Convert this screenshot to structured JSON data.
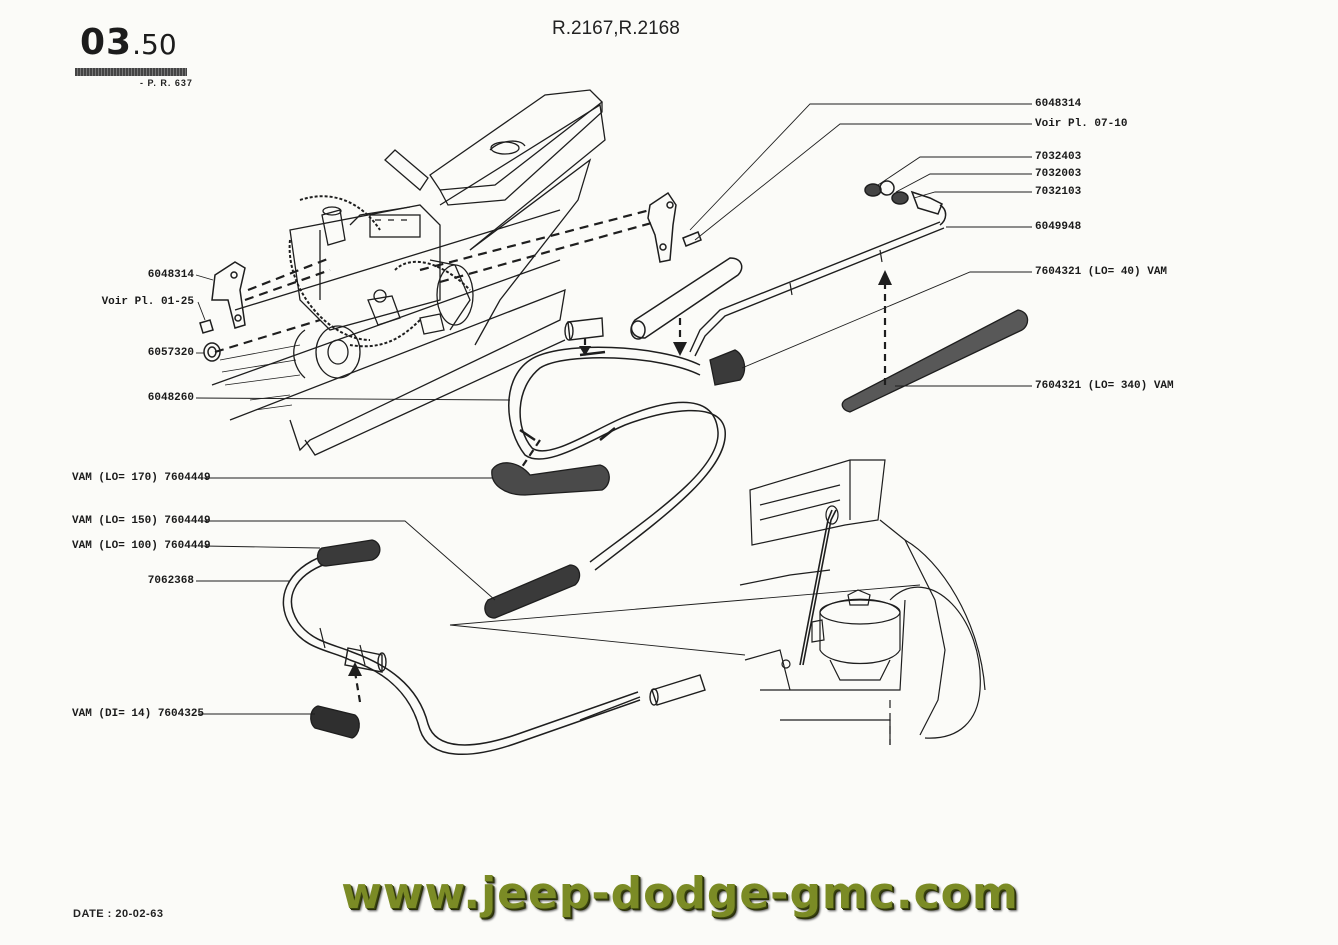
{
  "header": {
    "plate_major": "03",
    "plate_minor": ".50",
    "plate_ref": "- P. R. 637",
    "models": "R.2167,R.2168"
  },
  "footer": {
    "date": "DATE : 20-02-63",
    "watermark": "www.jeep-dodge-gmc.com"
  },
  "callouts_left": [
    "6048314",
    "Voir Pl. 01-25",
    "6057320",
    "6048260",
    "VAM (LO= 170) 7604449",
    "VAM (LO= 150) 7604449",
    "VAM (LO= 100) 7604449",
    "7062368",
    "VAM (DI= 14) 7604325"
  ],
  "callouts_right": [
    "6048314",
    "Voir Pl. 07-10",
    "7032403",
    "7032003",
    "7032103",
    "6049948",
    "7604321 (LO= 40) VAM",
    "7604321 (LO= 340) VAM"
  ],
  "colors": {
    "ink": "#1e1e1e",
    "watermark": "#7b8b25",
    "paper": "#fbfbf8"
  }
}
